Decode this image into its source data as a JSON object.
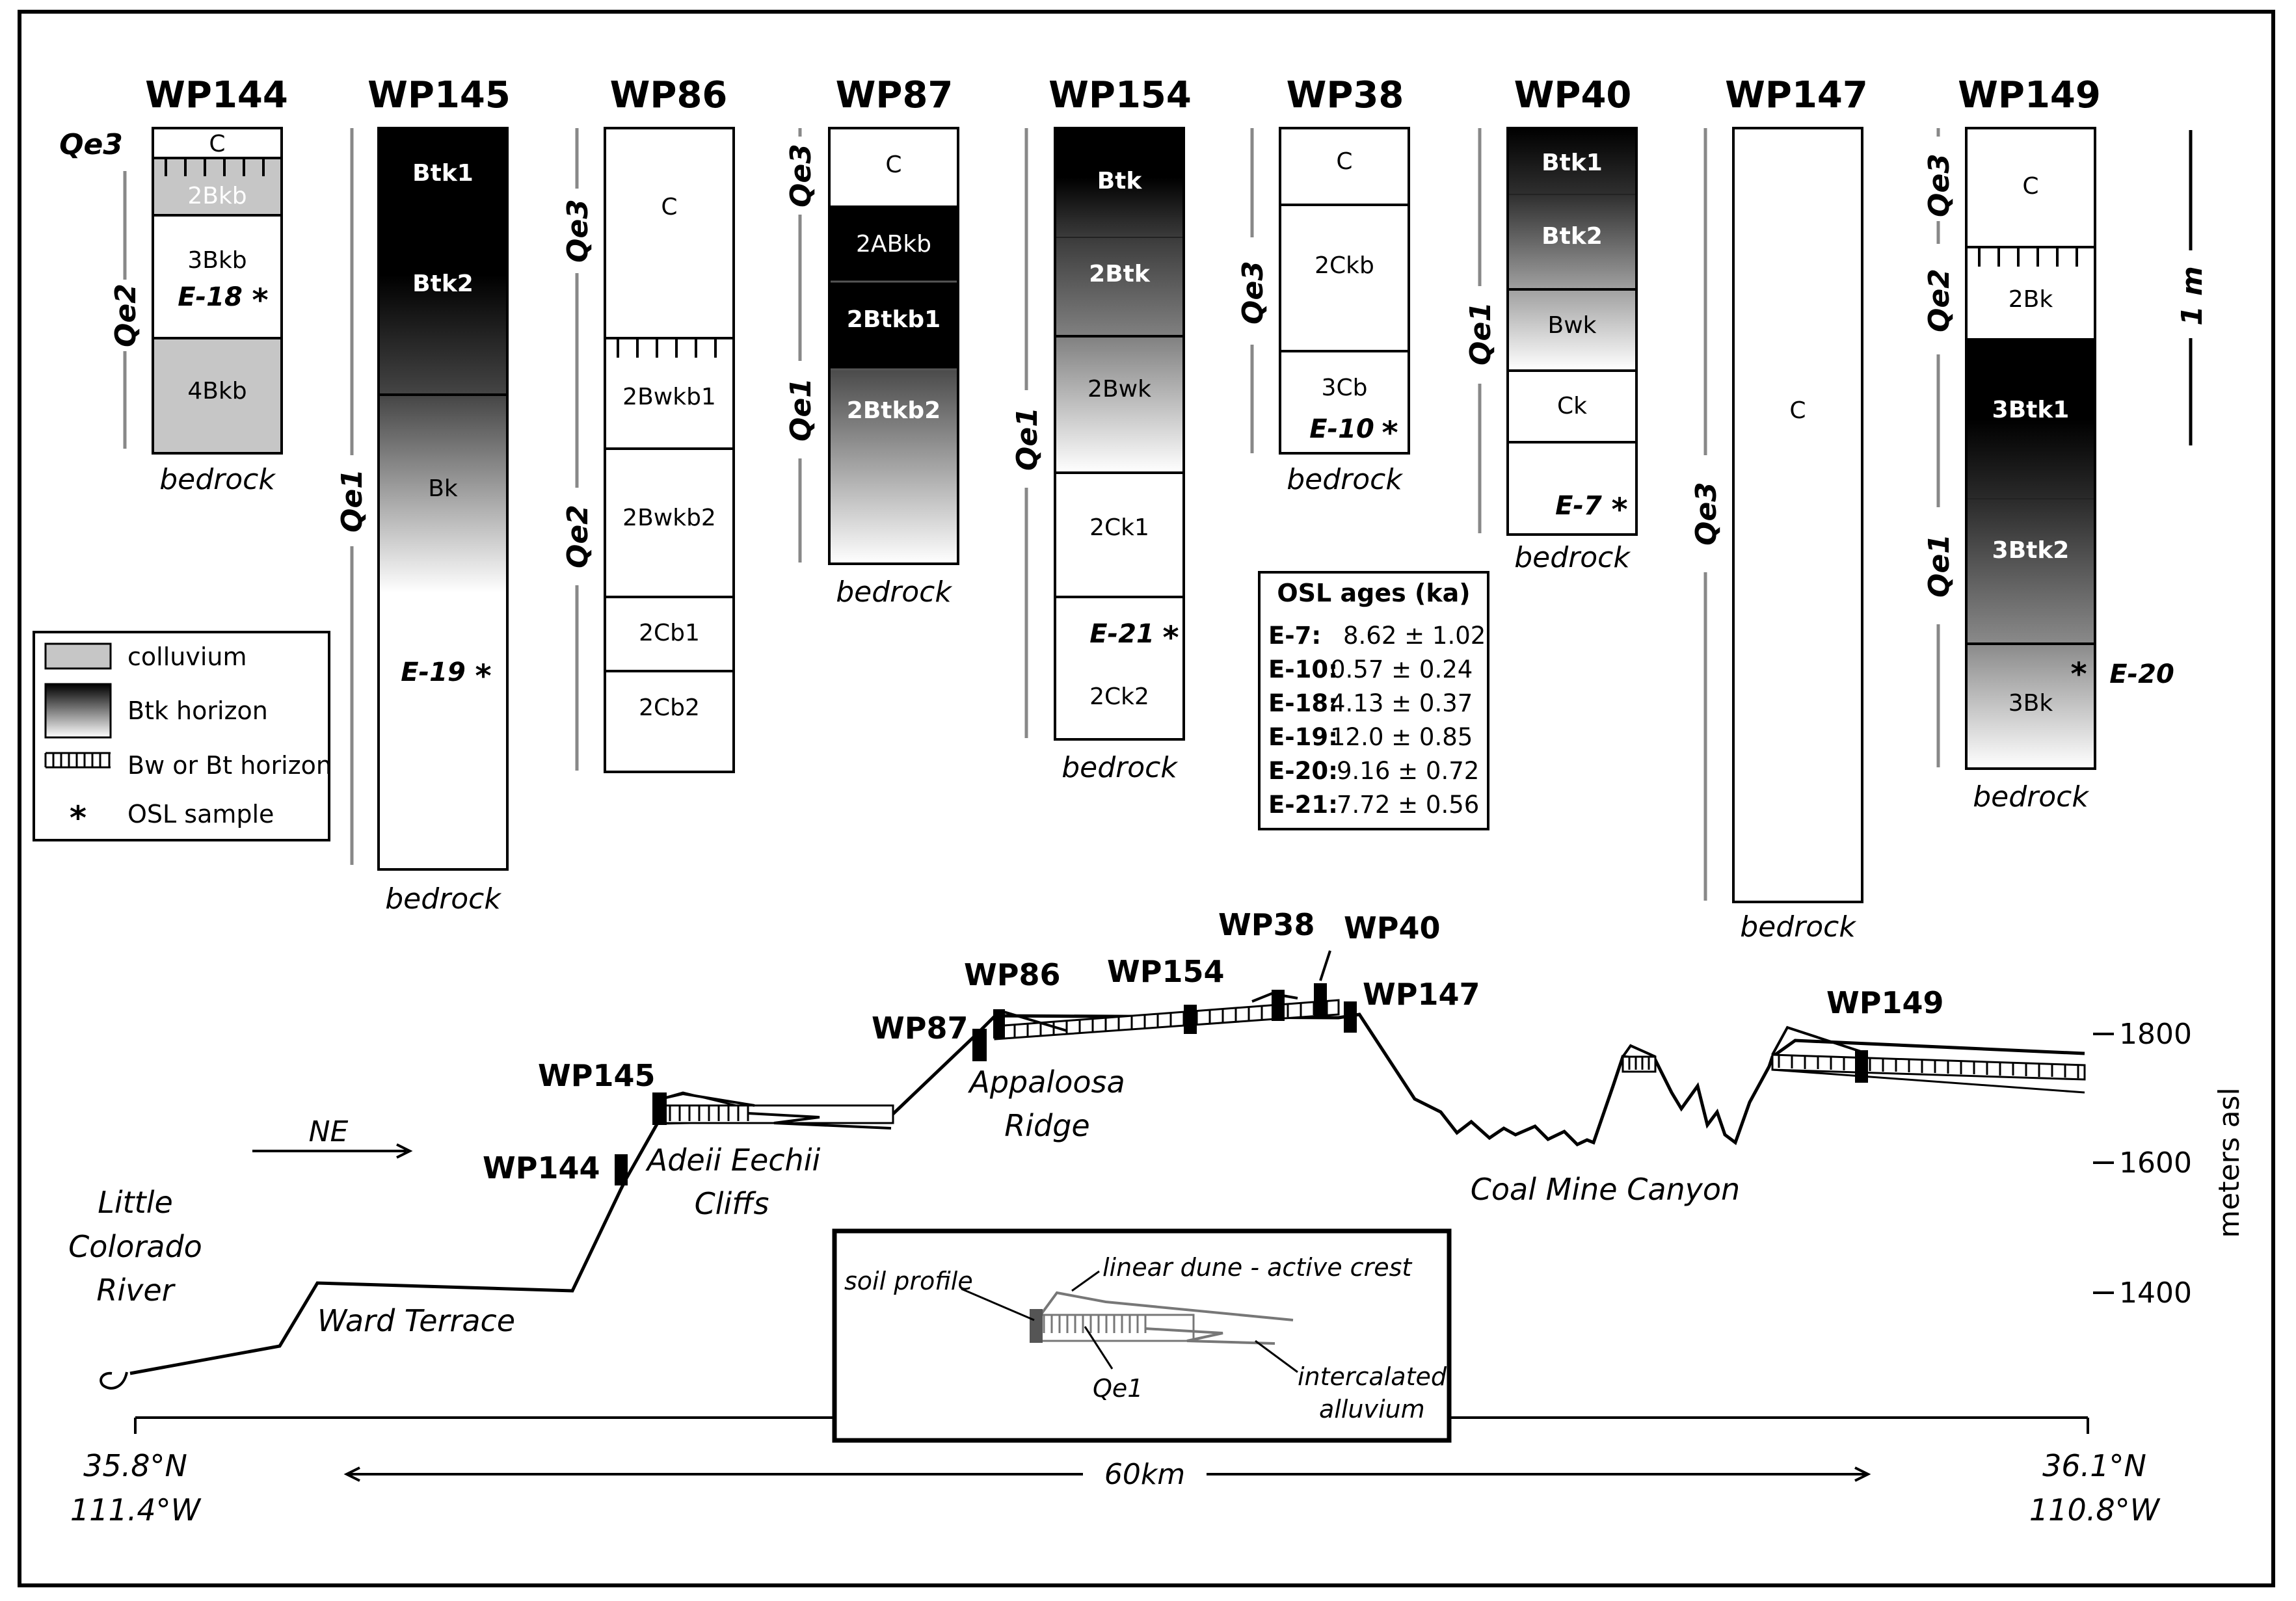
{
  "profiles": [
    {
      "name": "WP144",
      "units": [
        {
          "label": "Qe3"
        },
        {
          "label": "Qe2"
        }
      ],
      "horizons": [
        {
          "label": "C"
        },
        {
          "label": "2Bkb"
        },
        {
          "label": "3Bkb"
        },
        {
          "label": "4Bkb"
        }
      ],
      "samples": [
        {
          "label": "E-18"
        }
      ],
      "base": "bedrock"
    },
    {
      "name": "WP145",
      "units": [
        {
          "label": "Qe1"
        }
      ],
      "horizons": [
        {
          "label": "Btk1"
        },
        {
          "label": "Btk2"
        },
        {
          "label": "Bk"
        }
      ],
      "samples": [
        {
          "label": "E-19"
        }
      ],
      "base": "bedrock"
    },
    {
      "name": "WP86",
      "units": [
        {
          "label": "Qe3"
        },
        {
          "label": "Qe2"
        }
      ],
      "horizons": [
        {
          "label": "C"
        },
        {
          "label": "2Bwkb1"
        },
        {
          "label": "2Bwkb2"
        },
        {
          "label": "2Cb1"
        },
        {
          "label": "2Cb2"
        }
      ],
      "samples": [],
      "base": ""
    },
    {
      "name": "WP87",
      "units": [
        {
          "label": "Qe3"
        },
        {
          "label": "Qe1"
        }
      ],
      "horizons": [
        {
          "label": "C"
        },
        {
          "label": "2ABkb"
        },
        {
          "label": "2Btkb1"
        },
        {
          "label": "2Btkb2"
        }
      ],
      "samples": [],
      "base": "bedrock"
    },
    {
      "name": "WP154",
      "units": [
        {
          "label": "Qe1"
        }
      ],
      "horizons": [
        {
          "label": "Btk"
        },
        {
          "label": "2Btk"
        },
        {
          "label": "2Bwk"
        },
        {
          "label": "2Ck1"
        },
        {
          "label": "2Ck2"
        }
      ],
      "samples": [
        {
          "label": "E-21"
        }
      ],
      "base": "bedrock"
    },
    {
      "name": "WP38",
      "units": [
        {
          "label": "Qe3"
        }
      ],
      "horizons": [
        {
          "label": "C"
        },
        {
          "label": "2Ckb"
        },
        {
          "label": "3Cb"
        }
      ],
      "samples": [
        {
          "label": "E-10"
        }
      ],
      "base": "bedrock"
    },
    {
      "name": "WP40",
      "units": [
        {
          "label": "Qe1"
        }
      ],
      "horizons": [
        {
          "label": "Btk1"
        },
        {
          "label": "Btk2"
        },
        {
          "label": "Bwk"
        },
        {
          "label": "Ck"
        }
      ],
      "samples": [
        {
          "label": "E-7"
        }
      ],
      "base": "bedrock"
    },
    {
      "name": "WP147",
      "units": [
        {
          "label": "Qe3"
        }
      ],
      "horizons": [
        {
          "label": "C"
        }
      ],
      "samples": [],
      "base": "bedrock"
    },
    {
      "name": "WP149",
      "units": [
        {
          "label": "Qe3"
        },
        {
          "label": "Qe2"
        },
        {
          "label": "Qe1"
        }
      ],
      "horizons": [
        {
          "label": "C"
        },
        {
          "label": "2Bk"
        },
        {
          "label": "3Btk1"
        },
        {
          "label": "3Btk2"
        },
        {
          "label": "3Bk"
        }
      ],
      "samples": [
        {
          "label": "E-20"
        }
      ],
      "base": "bedrock"
    }
  ],
  "scale_bar": {
    "label": "1 m"
  },
  "legend": {
    "items": [
      {
        "label": "colluvium",
        "swatch": "#c6c6c6"
      },
      {
        "label": "Btk horizon",
        "swatch": "gradient"
      },
      {
        "label": "Bw or Bt horizon",
        "swatch": "ticks"
      },
      {
        "symbol": "*",
        "label": "OSL sample"
      }
    ]
  },
  "osl_table": {
    "title": "OSL ages (ka)",
    "rows": [
      {
        "sample": "E-7:",
        "age": "8.62 ± 1.02"
      },
      {
        "sample": "E-10:",
        "age": "0.57 ± 0.24"
      },
      {
        "sample": "E-18:",
        "age": "4.13 ± 0.37"
      },
      {
        "sample": "E-19:",
        "age": "12.0 ± 0.85"
      },
      {
        "sample": "E-20:",
        "age": "9.16 ± 0.72"
      },
      {
        "sample": "E-21:",
        "age": "7.72 ± 0.56"
      }
    ]
  },
  "cross_section": {
    "site_labels": {
      "wp145": "WP145",
      "wp144": "WP144",
      "wp87": "WP87",
      "wp86": "WP86",
      "wp154": "WP154",
      "wp38": "WP38",
      "wp40": "WP40",
      "wp147": "WP147",
      "wp149": "WP149"
    },
    "direction": "NE",
    "places": {
      "lcr1": "Little",
      "lcr2": "Colorado",
      "lcr3": "River",
      "ward": "Ward Terrace",
      "adeii1": "Adeii Eechii",
      "adeii2": "Cliffs",
      "appa1": "Appaloosa",
      "appa2": "Ridge",
      "coal": "Coal Mine Canyon"
    },
    "elevation_axis": {
      "label": "meters asl",
      "ticks": [
        "1800",
        "1600",
        "1400"
      ]
    },
    "inset": {
      "soil_profile": "soil profile",
      "dune": "linear dune - active crest",
      "qe1": "Qe1",
      "alluvium1": "intercalated",
      "alluvium2": "alluvium"
    },
    "distance": {
      "label": "60km",
      "left_lat": "35.8°N",
      "left_lon": "111.4°W",
      "right_lat": "36.1°N",
      "right_lon": "110.8°W"
    }
  },
  "colors": {
    "ink": "#000000",
    "colluvium": "#c6c6c6",
    "frame": "#000000"
  }
}
